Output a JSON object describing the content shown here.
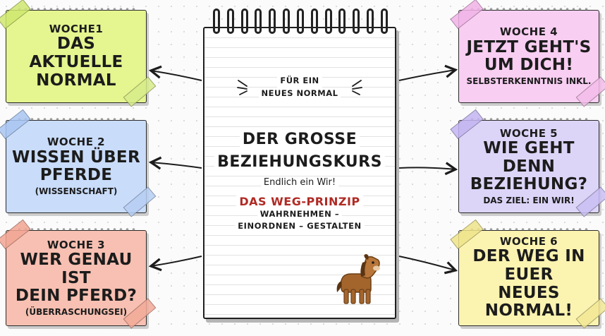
{
  "notebook": {
    "pretitle_1": "FÜR EIN",
    "pretitle_2": "NEUES NORMAL",
    "title_1": "DER GROSSE",
    "title_2": "BEZIEHUNGSKURS",
    "tagline": "Endlich ein Wir!",
    "principle": "DAS WEG-PRINZIP",
    "steps_1": "WAHRNEHMEN –",
    "steps_2": "EINORDNEN – GESTALTEN",
    "illustration": "horse-icon"
  },
  "weeks": [
    {
      "week": "WOCHE1",
      "heading": [
        "DAS AKTUELLE",
        "NORMAL"
      ],
      "sub": ""
    },
    {
      "week": "WOCHE 2",
      "heading": [
        "WISSEN ÜBER",
        "PFERDE"
      ],
      "sub": "(WISSENSCHAFT)"
    },
    {
      "week": "WOCHE 3",
      "heading": [
        "WER GENAU IST",
        "DEIN PFERD?"
      ],
      "sub": "(ÜBERRASCHUNGSEI)"
    },
    {
      "week": "WOCHE 4",
      "heading": [
        "JETZT GEHT'S",
        "UM DICH!"
      ],
      "sub": "SELBSTERKENNTNIS INKL."
    },
    {
      "week": "WOCHE 5",
      "heading": [
        "WIE GEHT DENN",
        "BEZIEHUNG?"
      ],
      "sub": "DAS ZIEL: EIN WIR!"
    },
    {
      "week": "WOCHE 6",
      "heading": [
        "DER WEG IN EUER",
        "NEUES NORMAL!"
      ],
      "sub": ""
    }
  ],
  "colors": {
    "week1": "#e5f58f",
    "week2": "#c9dcfa",
    "week3": "#f8c0b2",
    "week4": "#f8cef2",
    "week5": "#ddd5f8",
    "week6": "#fbf3b0",
    "principle": "#b02a24"
  }
}
